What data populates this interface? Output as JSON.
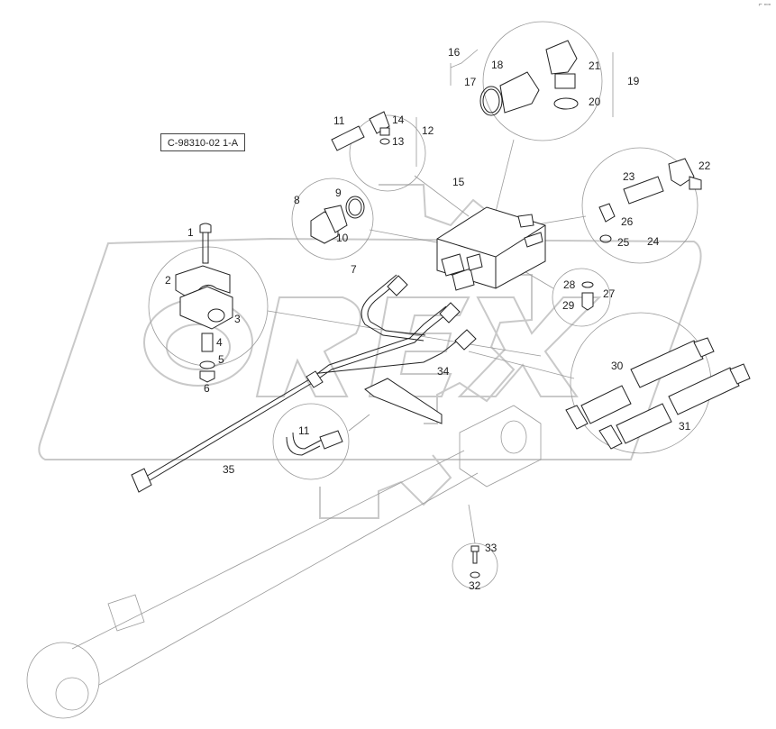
{
  "diagram": {
    "reference_code": "C-98310-02 1-A",
    "corner_mark": "⌐ ▫▫▫",
    "watermark": "OREX",
    "callouts": [
      {
        "id": "c1",
        "text": "1"
      },
      {
        "id": "c2",
        "text": "2"
      },
      {
        "id": "c3",
        "text": "3"
      },
      {
        "id": "c4",
        "text": "4"
      },
      {
        "id": "c5",
        "text": "5"
      },
      {
        "id": "c6",
        "text": "6"
      },
      {
        "id": "c7",
        "text": "7"
      },
      {
        "id": "c8",
        "text": "8"
      },
      {
        "id": "c9",
        "text": "9"
      },
      {
        "id": "c10",
        "text": "10"
      },
      {
        "id": "c11a",
        "text": "11"
      },
      {
        "id": "c11b",
        "text": "11"
      },
      {
        "id": "c12",
        "text": "12"
      },
      {
        "id": "c13",
        "text": "13"
      },
      {
        "id": "c14",
        "text": "14"
      },
      {
        "id": "c15",
        "text": "15"
      },
      {
        "id": "c16",
        "text": "16"
      },
      {
        "id": "c17",
        "text": "17"
      },
      {
        "id": "c18",
        "text": "18"
      },
      {
        "id": "c19",
        "text": "19"
      },
      {
        "id": "c20",
        "text": "20"
      },
      {
        "id": "c21",
        "text": "21"
      },
      {
        "id": "c22",
        "text": "22"
      },
      {
        "id": "c23",
        "text": "23"
      },
      {
        "id": "c24",
        "text": "24"
      },
      {
        "id": "c25",
        "text": "25"
      },
      {
        "id": "c26",
        "text": "26"
      },
      {
        "id": "c27",
        "text": "27"
      },
      {
        "id": "c28",
        "text": "28"
      },
      {
        "id": "c29",
        "text": "29"
      },
      {
        "id": "c30",
        "text": "30"
      },
      {
        "id": "c31",
        "text": "31"
      },
      {
        "id": "c32",
        "text": "32"
      },
      {
        "id": "c33",
        "text": "33"
      },
      {
        "id": "c34",
        "text": "34"
      },
      {
        "id": "c35",
        "text": "35"
      }
    ]
  }
}
